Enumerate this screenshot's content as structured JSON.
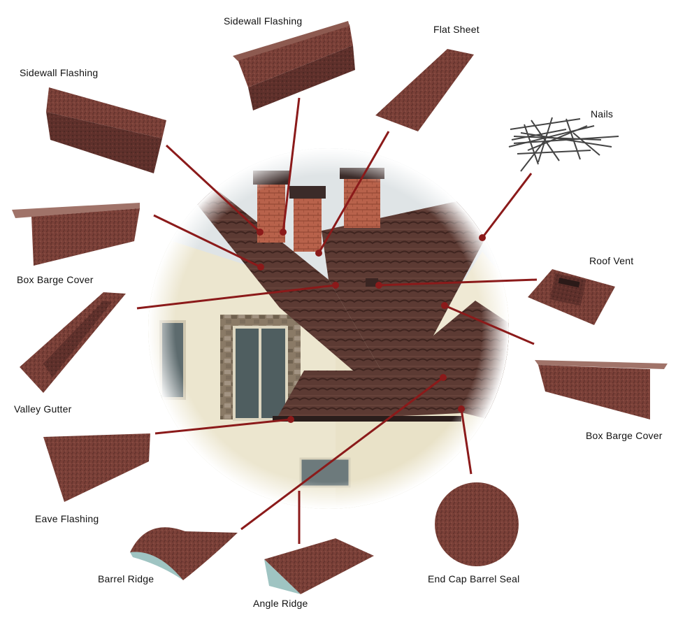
{
  "labels": {
    "sidewall_top": "Sidewall Flashing",
    "flat_sheet": "Flat Sheet",
    "sidewall_left": "Sidewall Flashing",
    "nails": "Nails",
    "box_barge_left": "Box Barge Cover",
    "roof_vent": "Roof Vent",
    "valley_gutter": "Valley Gutter",
    "box_barge_right": "Box Barge Cover",
    "eave_flashing": "Eave Flashing",
    "barrel_ridge": "Barrel Ridge",
    "end_cap": "End Cap Barrel Seal",
    "angle_ridge": "Angle Ridge"
  },
  "colors": {
    "leader_line": "#8b1a1a",
    "tile": "#6e3b34",
    "tile_dark": "#4f2a26",
    "brick": "#b5604a",
    "wall": "#ece6cf",
    "sky": "#dfe4e6"
  }
}
